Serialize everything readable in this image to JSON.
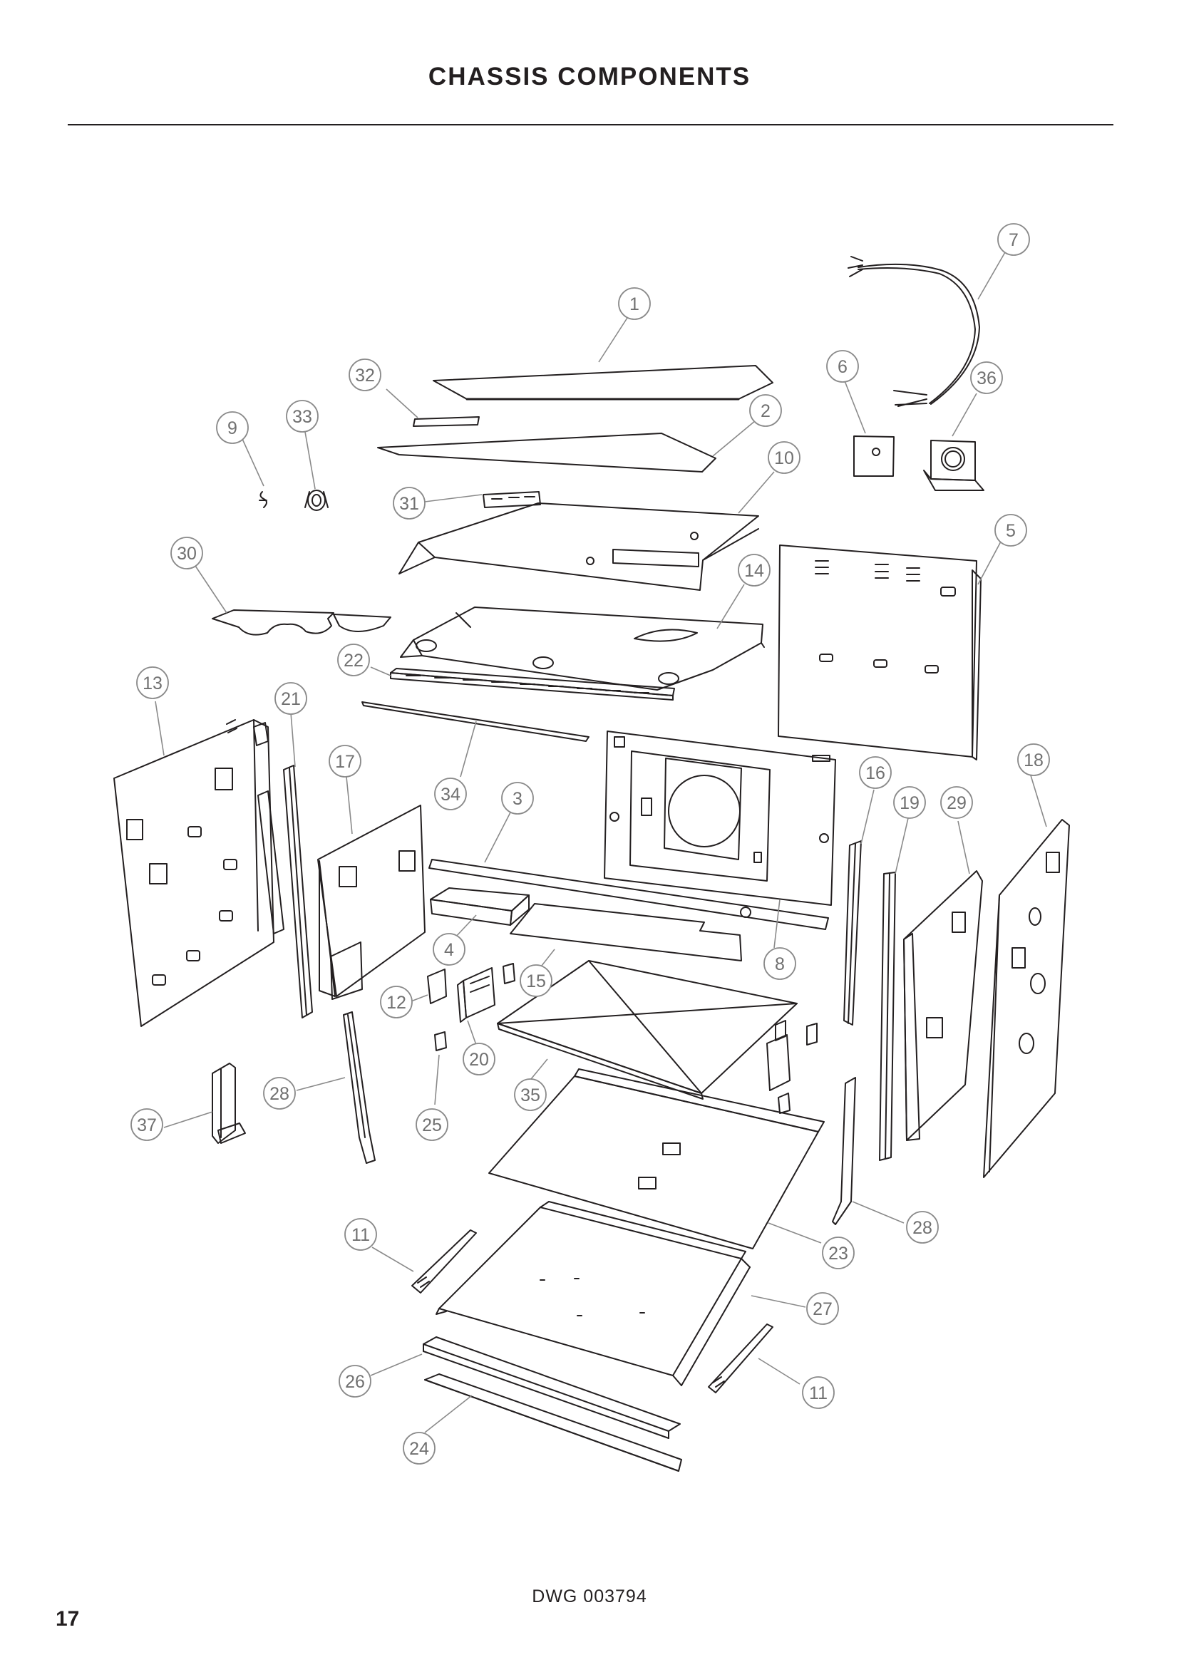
{
  "page": {
    "title": "CHASSIS COMPONENTS",
    "drawing_number": "DWG 003794",
    "page_number": "17"
  },
  "callouts": [
    {
      "key": "p1",
      "label": "1"
    },
    {
      "key": "p2",
      "label": "2"
    },
    {
      "key": "p3",
      "label": "3"
    },
    {
      "key": "p4",
      "label": "4"
    },
    {
      "key": "p5",
      "label": "5"
    },
    {
      "key": "p6",
      "label": "6"
    },
    {
      "key": "p7",
      "label": "7"
    },
    {
      "key": "p8",
      "label": "8"
    },
    {
      "key": "p9",
      "label": "9"
    },
    {
      "key": "p10",
      "label": "10"
    },
    {
      "key": "p11a",
      "label": "11"
    },
    {
      "key": "p11b",
      "label": "11"
    },
    {
      "key": "p12",
      "label": "12"
    },
    {
      "key": "p13",
      "label": "13"
    },
    {
      "key": "p14",
      "label": "14"
    },
    {
      "key": "p15",
      "label": "15"
    },
    {
      "key": "p16",
      "label": "16"
    },
    {
      "key": "p17",
      "label": "17"
    },
    {
      "key": "p18",
      "label": "18"
    },
    {
      "key": "p19",
      "label": "19"
    },
    {
      "key": "p20",
      "label": "20"
    },
    {
      "key": "p21",
      "label": "21"
    },
    {
      "key": "p22",
      "label": "22"
    },
    {
      "key": "p23",
      "label": "23"
    },
    {
      "key": "p24",
      "label": "24"
    },
    {
      "key": "p25",
      "label": "25"
    },
    {
      "key": "p26",
      "label": "26"
    },
    {
      "key": "p27",
      "label": "27"
    },
    {
      "key": "p28a",
      "label": "28"
    },
    {
      "key": "p28b",
      "label": "28"
    },
    {
      "key": "p29",
      "label": "29"
    },
    {
      "key": "p30",
      "label": "30"
    },
    {
      "key": "p31",
      "label": "31"
    },
    {
      "key": "p32",
      "label": "32"
    },
    {
      "key": "p33",
      "label": "33"
    },
    {
      "key": "p34",
      "label": "34"
    },
    {
      "key": "p35",
      "label": "35"
    },
    {
      "key": "p36",
      "label": "36"
    },
    {
      "key": "p37",
      "label": "37"
    }
  ],
  "colors": {
    "linework": "#231f20",
    "callout": "#8a8a8a",
    "callout_text": "#707070"
  }
}
